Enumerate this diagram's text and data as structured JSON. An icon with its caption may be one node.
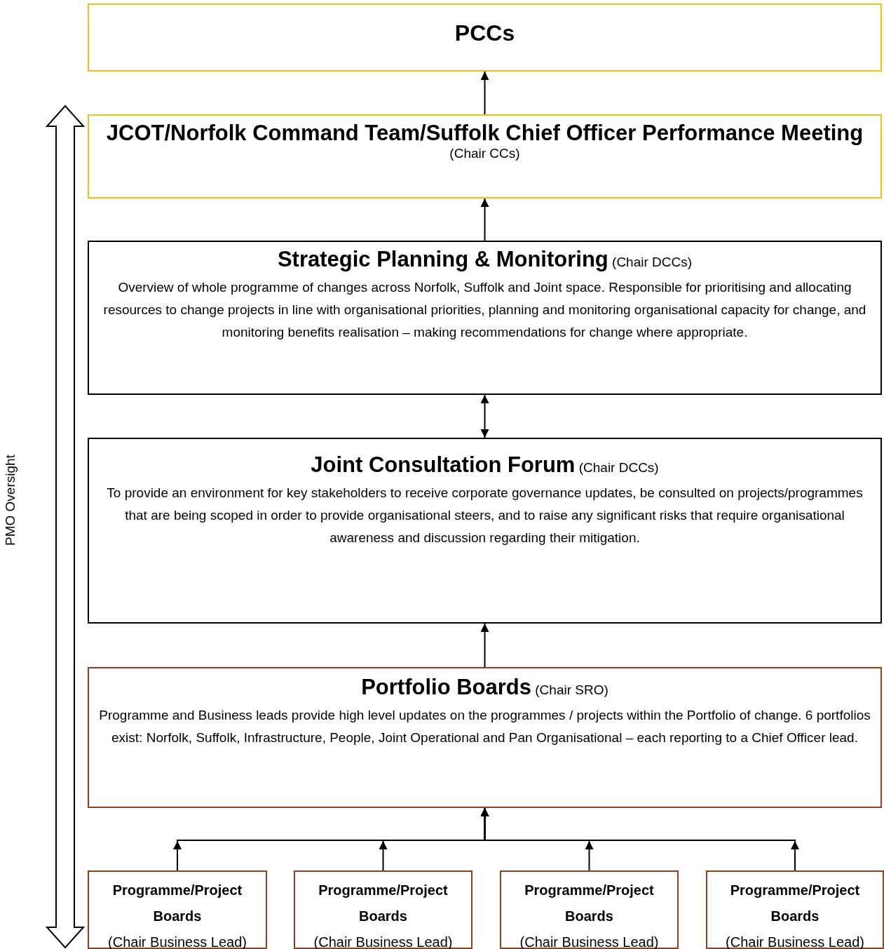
{
  "diagram": {
    "nodes": [
      {
        "text": [
          "PCCs"
        ]
      },
      {
        "text": [
          "**JCOT/Norfolk Command Team/Suffolk Chief Officer Performance Meeting** (Chair CCs)"
        ]
      },
      {
        "text": [
          "**Strategic Planning & Monitoring** (Chair DCCs)",
          "Overview of whole programme of changes across Norfolk, Suffolk and Joint space. Responsible for prioritising and allocating resources to change projects in line with organisational priorities, planning and monitoring organisational capacity for change, and monitoring benefits realisation – making recommendations for change where appropriate."
        ]
      },
      {
        "text": [
          "**Joint Consultation Forum** (Chair DCCs)",
          "To provide an environment for key stakeholders to receive corporate governance updates, be consulted on projects/programmes that are being scoped in order to provide organisational steers, and to raise any significant risks that require organisational awareness and discussion regarding their mitigation."
        ]
      },
      {
        "text": [
          "**Portfolio Boards** (Chair SRO)",
          "Programme and Business leads provide high level updates on the programmes / projects within the Portfolio of change. 6 portfolios exist: Norfolk, Suffolk, Infrastructure, People, Joint Operational and Pan Organisational – each reporting to a Chief Officer lead."
        ]
      },
      {
        "text": [
          "Programme/Project Boards",
          "(Chair Business Lead)"
        ]
      },
      {
        "text": [
          "Programme/Project Boards",
          "(Chair Business Lead)"
        ]
      },
      {
        "text": [
          "Programme/Project Boards",
          "(Chair Business Lead)"
        ]
      },
      {
        "text": [
          "Programme/Project Boards",
          "(Chair Business Lead)"
        ]
      }
    ],
    "edges": [
      {
        "from": 1,
        "to": 0,
        "arrow": "to"
      },
      {
        "from": 2,
        "to": 1,
        "arrow": "to"
      },
      {
        "from": 2,
        "to": 3,
        "arrow": "both"
      },
      {
        "from": 4,
        "to": 3,
        "arrow": "to"
      },
      {
        "from": 5,
        "to": 4,
        "arrow": "to"
      },
      {
        "from": 6,
        "to": 4,
        "arrow": "to"
      },
      {
        "from": 7,
        "to": 4,
        "arrow": "to"
      },
      {
        "from": 8,
        "to": 4,
        "arrow": "to"
      }
    ],
    "labels": [
      "PMO Oversight"
    ]
  }
}
